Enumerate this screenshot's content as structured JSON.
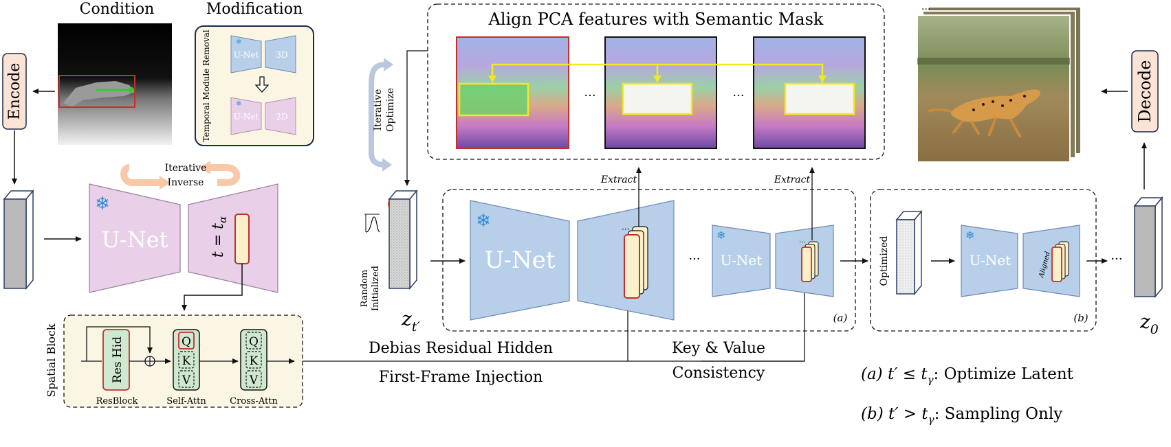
{
  "labels": {
    "condition": "Condition",
    "modification": "Modification",
    "temporal_removal": "Temporal Module Removal",
    "unet": "U-Net",
    "label_3d": "3D",
    "label_2d": "2D",
    "encode": "Encode",
    "decode": "Decode",
    "iterative": "Iterative",
    "inverse": "Inverse",
    "t_eq": "t = t",
    "t_sub": "α",
    "spatial_block": "Spatial Block",
    "res_hid": "Res Hid",
    "resblock": "ResBlock",
    "self_attn": "Self-Attn",
    "cross_attn": "Cross-Attn",
    "q": "Q",
    "k": "K",
    "v": "V",
    "debias": "Debias Residual Hidden",
    "first_frame": "First-Frame Injection",
    "kv1": "Key & Value",
    "kv2": "Consistency",
    "align_title": "Align PCA features with Semantic Mask",
    "ellipsis": "···",
    "iterative_optimize_1": "Iterative",
    "iterative_optimize_2": "Optimize",
    "extract": "Extract",
    "random_init_1": "Random",
    "random_init_2": "Initialized",
    "z_t": "z",
    "z_t_sub": "t′",
    "z_0": "z",
    "z_0_sub": "0",
    "optimized": "Optimized",
    "aligned": "Aligned",
    "tag_a": "(a)",
    "tag_b": "(b)",
    "legend_a_key": "(a)  t′ ≤ t",
    "legend_a_sub": "γ",
    "legend_a_val": ":   Optimize Latent",
    "legend_b_key": "(b)  t′ > t",
    "legend_b_sub": "γ",
    "legend_b_val": ":   Sampling Only"
  },
  "icons": {
    "frozen": "snowflake-icon",
    "trainable": "flame-icon"
  },
  "colors": {
    "unet_pink": "#e9cfe7",
    "unet_blue": "#b8cfea",
    "encode_box": "#fbe3d6",
    "spatial_bg": "#fbf6e3",
    "feature_cream": "#fbf0c9",
    "mask_yellow": "#f3e91d",
    "red_border": "#c83a3a",
    "snowflake": "#2f8ed6"
  }
}
